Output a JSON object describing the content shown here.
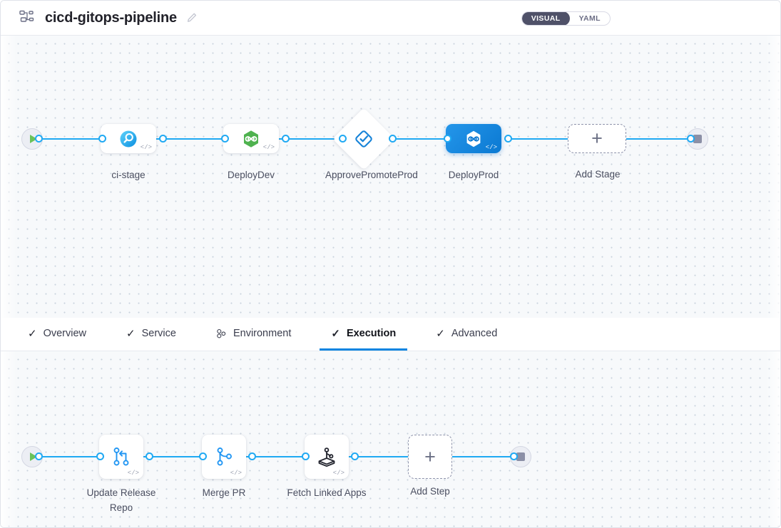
{
  "header": {
    "pipeline_icon": "pipeline-nodes-icon",
    "title": "cicd-gitops-pipeline",
    "edit_icon": "pencil-edit-icon",
    "view_toggle": {
      "options": [
        "VISUAL",
        "YAML"
      ],
      "selected": "VISUAL"
    }
  },
  "accent_colors": {
    "edge": "#1fa9f3",
    "selected_node": "#0b79d2",
    "tab_active_underline": "#0a84e0",
    "start_play": "#6ac259",
    "argo_green": "#4fb24f",
    "canvas_bg": "#f7f9fb"
  },
  "stage_graph": {
    "start_node": {
      "name": "pipeline-start",
      "icon": "play-icon"
    },
    "end_node": {
      "name": "pipeline-end",
      "icon": "stop-icon"
    },
    "stages": [
      {
        "label": "ci-stage",
        "icon": "ci-build-magnifier-icon",
        "type": "card",
        "selected": false,
        "code_badge": "</>"
      },
      {
        "label": "DeployDev",
        "icon": "argo-hexagon-icon",
        "type": "card",
        "selected": false,
        "code_badge": "</>"
      },
      {
        "label": "ApprovePromoteProd",
        "icon": "approval-check-diamond-icon",
        "type": "diamond",
        "selected": false,
        "code_badge": ""
      },
      {
        "label": "DeployProd",
        "icon": "argo-hexagon-white-icon",
        "type": "card",
        "selected": true,
        "code_badge": "</>"
      }
    ],
    "add_stage": {
      "label": "Add Stage",
      "icon": "plus-icon"
    }
  },
  "tabs": [
    {
      "label": "Overview",
      "icon": "check-icon",
      "active": false
    },
    {
      "label": "Service",
      "icon": "check-icon",
      "active": false
    },
    {
      "label": "Environment",
      "icon": "environment-nodes-icon",
      "active": false
    },
    {
      "label": "Execution",
      "icon": "check-icon",
      "active": true
    },
    {
      "label": "Advanced",
      "icon": "check-icon",
      "active": false
    }
  ],
  "step_graph": {
    "start_node": {
      "name": "execution-start",
      "icon": "play-icon"
    },
    "end_node": {
      "name": "execution-end",
      "icon": "stop-icon"
    },
    "steps": [
      {
        "label": "Update Release Repo",
        "icon": "git-merge-icon",
        "code_badge": "</>"
      },
      {
        "label": "Merge PR",
        "icon": "git-branch-icon",
        "code_badge": "</>"
      },
      {
        "label": "Fetch Linked Apps",
        "icon": "linked-apps-cube-icon",
        "code_badge": "</>"
      }
    ],
    "add_step": {
      "label": "Add Step",
      "icon": "plus-icon"
    }
  }
}
